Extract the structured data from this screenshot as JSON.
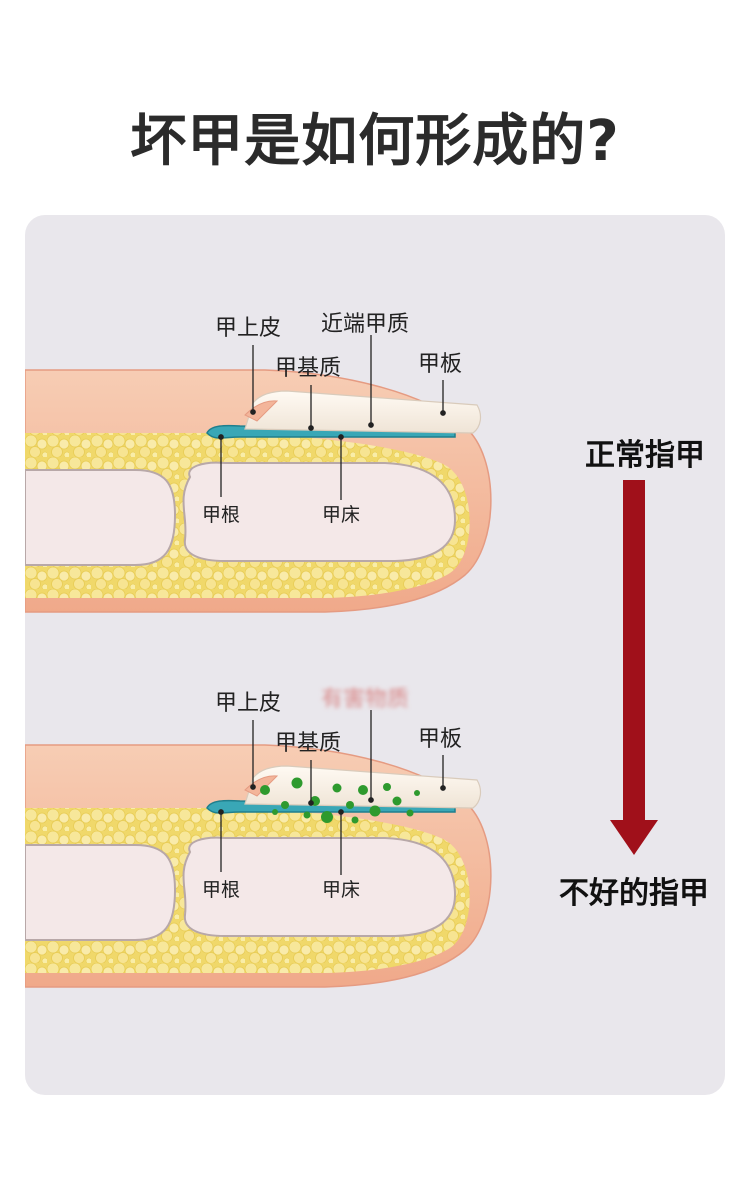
{
  "title": "坏甲是如何形成的?",
  "colors": {
    "arrow": "#a0101a",
    "skin": "#f3c2a6",
    "fat": "#f5e28a",
    "bone": "#f4e6e6",
    "matrix": "#39a7b6",
    "nail_plate": "#faf3ea",
    "toxin": "#2e9a2e"
  },
  "top_diagram": {
    "labels": {
      "eponychium": "甲上皮",
      "proximal_matrix": "近端甲质",
      "nail_matrix": "甲基质",
      "nail_plate": "甲板",
      "nail_root": "甲根",
      "nail_bed": "甲床"
    }
  },
  "bottom_diagram": {
    "labels": {
      "eponychium": "甲上皮",
      "blurred": "有害物质",
      "nail_matrix": "甲基质",
      "nail_plate": "甲板",
      "nail_root": "甲根",
      "nail_bed": "甲床"
    }
  },
  "side_labels": {
    "normal": "正常指甲",
    "bad": "不好的指甲"
  }
}
